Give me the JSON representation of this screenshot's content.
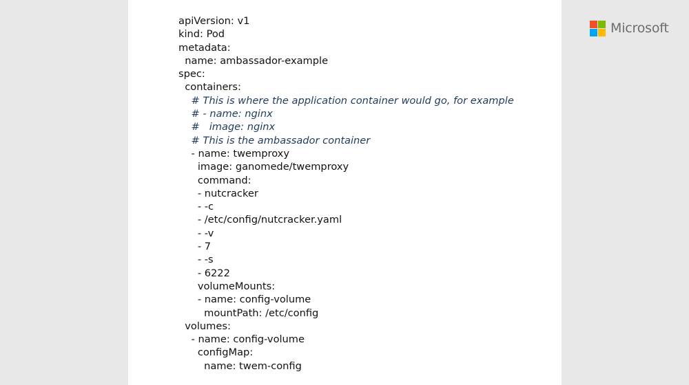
{
  "colors": {
    "background": "#e8e8e8",
    "slide": "#ffffff",
    "text": "#111111",
    "comment": "#1f3b5e",
    "logo_red": "#f25022",
    "logo_green": "#7fba00",
    "logo_blue": "#00a4ef",
    "logo_yellow": "#ffb900",
    "logo_text": "#6d6d6d"
  },
  "logo": {
    "text": "Microsoft",
    "icon": "microsoft-logo-icon"
  },
  "code": {
    "lines": [
      {
        "text": "apiVersion: v1",
        "comment": false
      },
      {
        "text": "kind: Pod",
        "comment": false
      },
      {
        "text": "metadata:",
        "comment": false
      },
      {
        "text": "  name: ambassador-example",
        "comment": false
      },
      {
        "text": "spec:",
        "comment": false
      },
      {
        "text": "  containers:",
        "comment": false
      },
      {
        "text": "    # This is where the application container would go, for example",
        "comment": true
      },
      {
        "text": "    # - name: nginx",
        "comment": true
      },
      {
        "text": "    #   image: nginx",
        "comment": true
      },
      {
        "text": "    # This is the ambassador container",
        "comment": true
      },
      {
        "text": "    - name: twemproxy",
        "comment": false
      },
      {
        "text": "      image: ganomede/twemproxy",
        "comment": false
      },
      {
        "text": "      command:",
        "comment": false
      },
      {
        "text": "      - nutcracker",
        "comment": false
      },
      {
        "text": "      - -c",
        "comment": false
      },
      {
        "text": "      - /etc/config/nutcracker.yaml",
        "comment": false
      },
      {
        "text": "      - -v",
        "comment": false
      },
      {
        "text": "      - 7",
        "comment": false
      },
      {
        "text": "      - -s",
        "comment": false
      },
      {
        "text": "      - 6222",
        "comment": false
      },
      {
        "text": "      volumeMounts:",
        "comment": false
      },
      {
        "text": "      - name: config-volume",
        "comment": false
      },
      {
        "text": "        mountPath: /etc/config",
        "comment": false
      },
      {
        "text": "  volumes:",
        "comment": false
      },
      {
        "text": "    - name: config-volume",
        "comment": false
      },
      {
        "text": "      configMap:",
        "comment": false
      },
      {
        "text": "        name: twem-config",
        "comment": false
      }
    ]
  }
}
